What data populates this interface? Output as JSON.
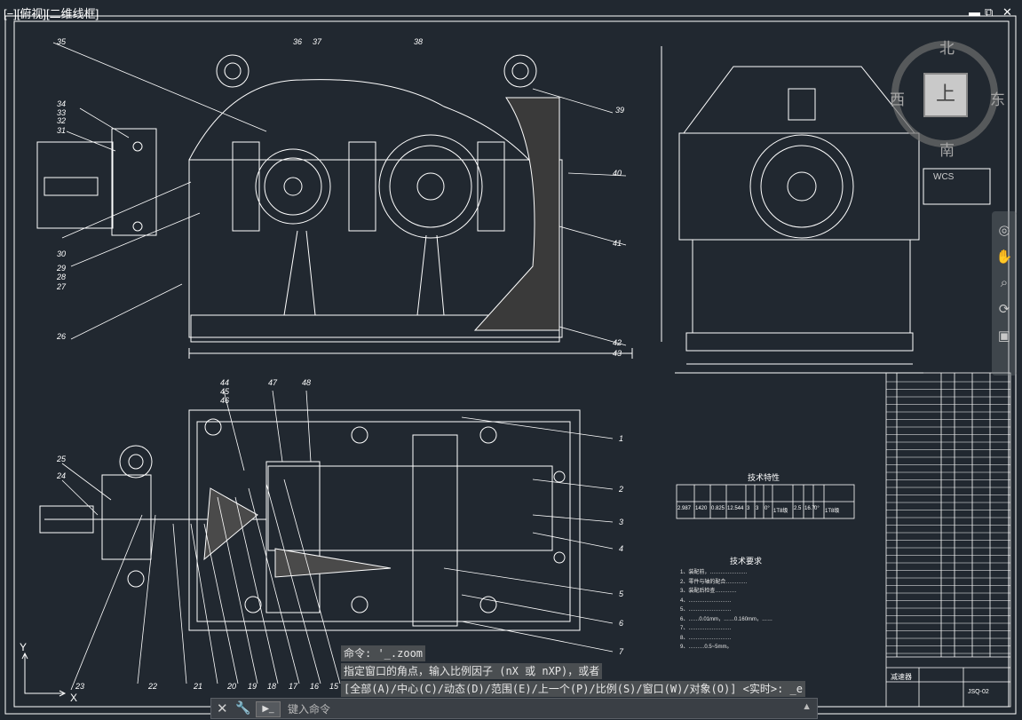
{
  "viewport": {
    "label": "[−][俯视][二维线框]",
    "controls": {
      "minimize": "▬",
      "restore": "⧉",
      "close": "✕"
    }
  },
  "view_cube": {
    "north": "北",
    "south": "南",
    "west": "西",
    "east": "东",
    "top": "上",
    "wcs": "WCS"
  },
  "ucs": {
    "x": "X",
    "y": "Y"
  },
  "drawing": {
    "tech_chars_title": "技术特性",
    "tech_chars_values": [
      "2.987",
      "1420",
      "0.825",
      "12.544",
      "3",
      "3",
      "0°",
      "1T8级",
      "2.5",
      "16.7",
      "0°",
      "1T8级"
    ],
    "tech_req_title": "技术要求",
    "tech_req_lines": [
      "1、装配前，…………………",
      "2、零件与轴的配合…………",
      "3、装配后检查…………",
      "4、……………………",
      "5、……………………",
      "6、……0.01mm，……0.160mm，……",
      "7、……………………",
      "8、……………………",
      "9、………0.5~5mm。"
    ],
    "title_block": {
      "name": "减速器",
      "drawing_no": "JSQ-02"
    },
    "balloons_front": [
      "35",
      "36",
      "37",
      "38",
      "39",
      "40",
      "41",
      "42",
      "43",
      "26",
      "27",
      "28",
      "29",
      "30",
      "31",
      "32",
      "33",
      "34"
    ],
    "balloons_plan": [
      "44",
      "45",
      "46",
      "47",
      "48",
      "1",
      "2",
      "3",
      "4",
      "5",
      "6",
      "7",
      "23",
      "22",
      "21",
      "20",
      "19",
      "18",
      "17",
      "16",
      "15",
      "24",
      "25"
    ]
  },
  "command": {
    "history": [
      "命令: '_.zoom",
      "指定窗口的角点，输入比例因子 (nX 或 nXP)，或者",
      "[全部(A)/中心(C)/动态(D)/范围(E)/上一个(P)/比例(S)/窗口(W)/对象(O)] <实时>: _e"
    ],
    "placeholder": "键入命令",
    "close_glyph": "✕",
    "tools_glyph": "🔧",
    "prompt_glyph": "▶_"
  },
  "colors": {
    "background": "#212830",
    "linework": "#ffffff",
    "command_bg": "#3a3f45"
  }
}
